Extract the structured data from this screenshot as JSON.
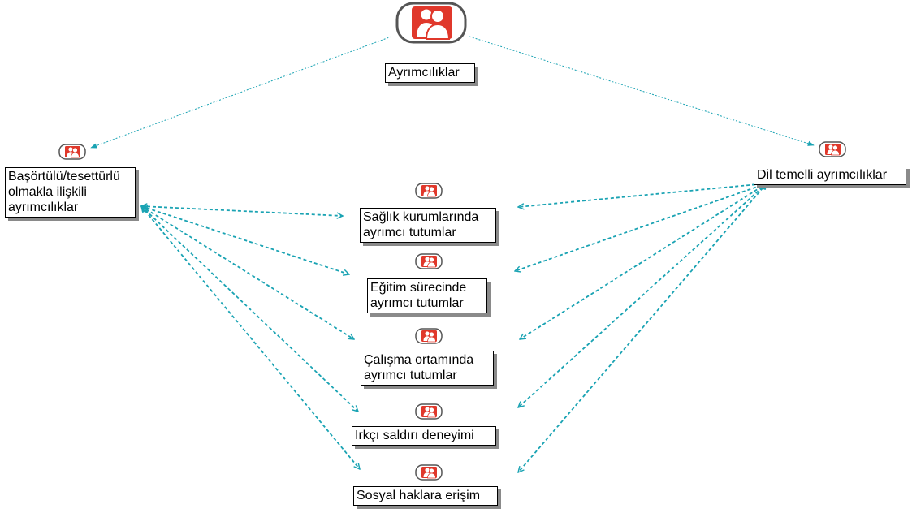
{
  "colors": {
    "edge": "#1aa3b3",
    "icon_fill": "#e0382b",
    "icon_border": "#555555"
  },
  "icon_name": "group-person-icon",
  "nodes": {
    "root": {
      "lines": [
        "Ayrımcılıklar"
      ]
    },
    "basortulu": {
      "lines": [
        "Başörtülü/tesettürlü",
        "olmakla ilişkili",
        "ayrımcılıklar"
      ]
    },
    "dil": {
      "lines": [
        "Dil temelli ayrımcılıklar"
      ]
    },
    "saglik": {
      "lines": [
        "Sağlık kurumlarında",
        "ayrımcı tutumlar"
      ]
    },
    "egitim": {
      "lines": [
        "Eğitim sürecinde",
        "ayrımcı tutumlar"
      ]
    },
    "calisma": {
      "lines": [
        "Çalışma ortamında",
        "ayrımcı tutumlar"
      ]
    },
    "irkci": {
      "lines": [
        "Irkçı saldırı deneyimi"
      ]
    },
    "sosyal": {
      "lines": [
        "Sosyal haklara erişim"
      ]
    }
  }
}
